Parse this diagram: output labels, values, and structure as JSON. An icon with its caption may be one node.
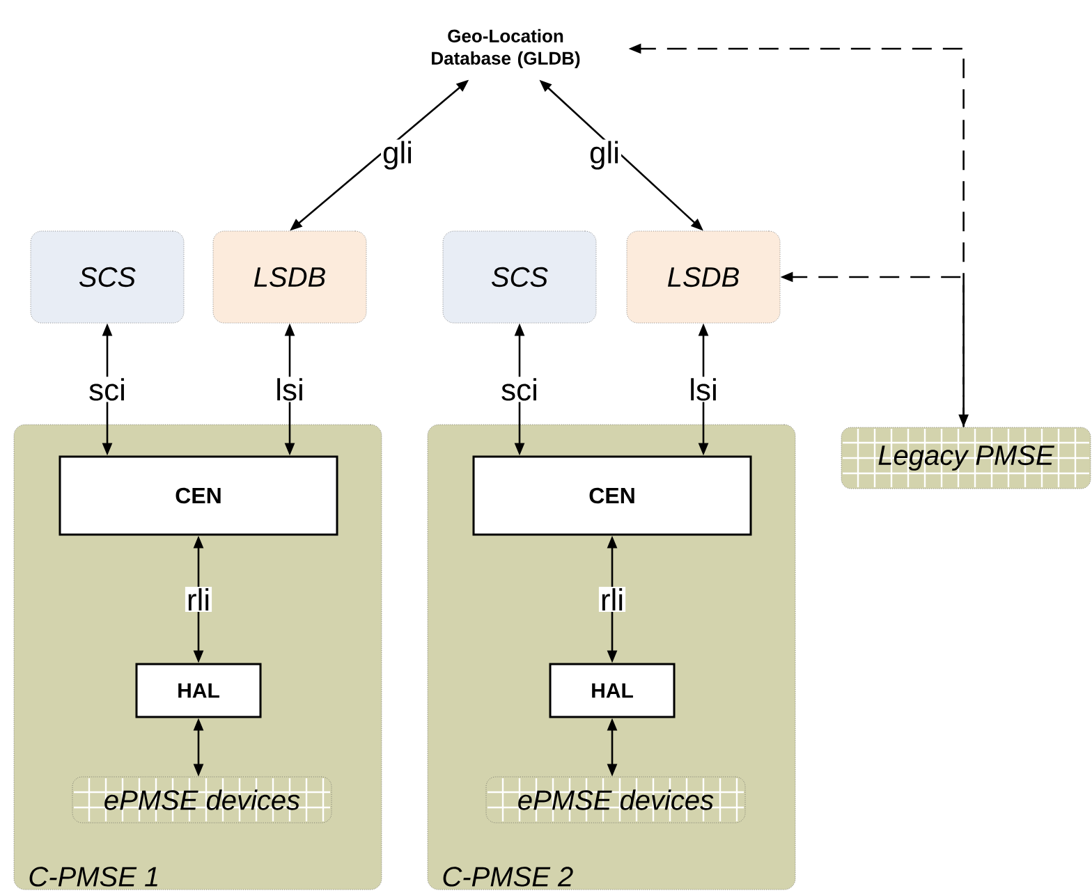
{
  "diagram": {
    "nodes": [
      {
        "text": [
          "Geo-Location Database (GLDB)"
        ]
      },
      {
        "text": [
          "SCS"
        ]
      },
      {
        "text": [
          "LSDB"
        ]
      },
      {
        "text": [
          "SCS"
        ]
      },
      {
        "text": [
          "LSDB"
        ]
      },
      {
        "text": [
          "C-PMSE 1"
        ]
      },
      {
        "text": [
          "CEN"
        ],
        "in": 5
      },
      {
        "text": [
          "HAL"
        ],
        "in": 5
      },
      {
        "text": [
          "ePMSE devices"
        ],
        "in": 5
      },
      {
        "text": [
          "C-PMSE 2"
        ]
      },
      {
        "text": [
          "CEN"
        ],
        "in": 9
      },
      {
        "text": [
          "HAL"
        ],
        "in": 9
      },
      {
        "text": [
          "ePMSE devices"
        ],
        "in": 9
      },
      {
        "text": [
          "Legacy PMSE"
        ]
      }
    ],
    "edges": [
      {
        "from": 2,
        "to": 0,
        "arrow": "both",
        "label": "gli"
      },
      {
        "from": 4,
        "to": 0,
        "arrow": "both",
        "label": "gli"
      },
      {
        "from": 1,
        "to": 6,
        "arrow": "both",
        "label": "sci"
      },
      {
        "from": 2,
        "to": 6,
        "arrow": "both",
        "label": "lsi"
      },
      {
        "from": 3,
        "to": 10,
        "arrow": "both",
        "label": "sci"
      },
      {
        "from": 4,
        "to": 10,
        "arrow": "both",
        "label": "lsi"
      },
      {
        "from": 6,
        "to": 7,
        "arrow": "both",
        "label": "rli"
      },
      {
        "from": 7,
        "to": 8,
        "arrow": "both"
      },
      {
        "from": 10,
        "to": 11,
        "arrow": "both",
        "label": "rli"
      },
      {
        "from": 11,
        "to": 12,
        "arrow": "both"
      },
      {
        "from": 13,
        "to": 0,
        "arrow": "both",
        "style": "dashed"
      },
      {
        "from": 13,
        "to": 4,
        "arrow": "to",
        "style": "dashed"
      }
    ]
  }
}
